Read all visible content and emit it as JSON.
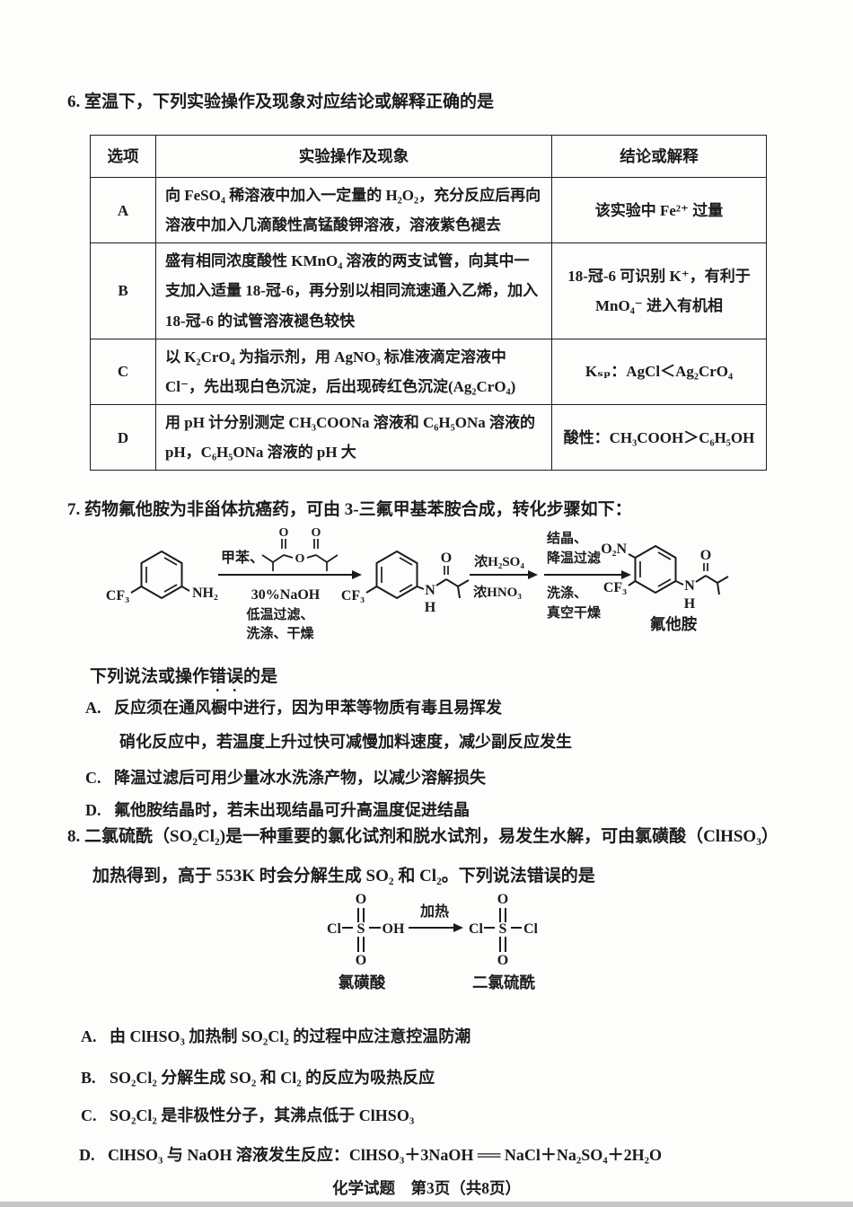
{
  "colors": {
    "paper": "#fdfdfc",
    "ink": "#1b1b1b",
    "bottom_bar": "#c6c6c6"
  },
  "footer": "化学试题　第3页（共8页）",
  "q6": {
    "number": "6.",
    "stem": "室温下，下列实验操作及现象对应结论或解释正确的是",
    "table": {
      "headers": [
        "选项",
        "实验操作及现象",
        "结论或解释"
      ],
      "rows": [
        {
          "option": "A",
          "operation": "向 FeSO₄ 稀溶液中加入一定量的 H₂O₂，充分反应后再向溶液中加入几滴酸性高锰酸钾溶液，溶液紫色褪去",
          "conclusion": "该实验中 Fe²⁺ 过量"
        },
        {
          "option": "B",
          "operation": "盛有相同浓度酸性 KMnO₄ 溶液的两支试管，向其中一支加入适量 18-冠-6，再分别以相同流速通入乙烯，加入 18-冠-6 的试管溶液褪色较快",
          "conclusion": "18-冠-6 可识别 K⁺，有利于 MnO₄⁻ 进入有机相"
        },
        {
          "option": "C",
          "operation": "以 K₂CrO₄ 为指示剂，用 AgNO₃ 标准液滴定溶液中 Cl⁻，先出现白色沉淀，后出现砖红色沉淀(Ag₂CrO₄)",
          "conclusion": "Kₛₚ：AgCl＜Ag₂CrO₄"
        },
        {
          "option": "D",
          "operation": "用 pH 计分别测定 CH₃COONa 溶液和 C₆H₅ONa 溶液的 pH，C₆H₅ONa 溶液的 pH 大",
          "conclusion": "酸性：CH₃COOH＞C₆H₅OH"
        }
      ]
    }
  },
  "q7": {
    "number": "7.",
    "stem": "药物氟他胺为非甾体抗癌药，可由 3-三氟甲基苯胺合成，转化步骤如下：",
    "scheme": {
      "reactant_cf3": "CF₃",
      "reactant_nh2": "NH₂",
      "step1_above": "甲苯、",
      "anhydride_o_left": "O",
      "anhydride_o_right": "O",
      "anhydride_o_center": "O",
      "step1_below1": "30%NaOH",
      "step1_below2": "低温过滤、",
      "step1_below3": "洗涤、干燥",
      "mid_cf3": "CF₃",
      "mid_n": "N",
      "mid_h": "H",
      "mid_o": "O",
      "step2_above": "浓H₂SO₄",
      "step2_below": "浓HNO₃",
      "step3_above1": "结晶、",
      "step3_above2": "降温过滤",
      "step3_below1": "洗涤、",
      "step3_below2": "真空干燥",
      "prod_o2n": "O₂N",
      "prod_cf3": "CF₃",
      "prod_n": "N",
      "prod_h": "H",
      "prod_o": "O",
      "product_name": "氟他胺"
    },
    "sub_pre": "下列说法或操作",
    "sub_emph": "错误",
    "sub_post": "的是",
    "options": [
      {
        "label": "A.",
        "text": "反应须在通风橱中进行，因为甲苯等物质有毒且易挥发"
      },
      {
        "label": "",
        "text": "硝化反应中，若温度上升过快可减慢加料速度，减少副反应发生"
      },
      {
        "label": "C.",
        "text": "降温过滤后可用少量冰水洗涤产物，以减少溶解损失"
      },
      {
        "label": "D.",
        "text": "氟他胺结晶时，若未出现结晶可升高温度促进结晶"
      }
    ]
  },
  "q8": {
    "number": "8.",
    "stem_line1": "二氯硫酰（SO₂Cl₂)是一种重要的氯化试剂和脱水试剂，易发生水解，可由氯磺酸（ClHSO₃）",
    "stem_line2": "加热得到，高于 553K 时会分解生成 SO₂ 和 Cl₂。下列说法错误的是",
    "scheme": {
      "left_cl": "Cl",
      "left_s": "S",
      "left_oh": "OH",
      "left_o_top": "O",
      "left_o_bottom": "O",
      "left_name": "氯磺酸",
      "arrow_label": "加热",
      "right_cl1": "Cl",
      "right_s": "S",
      "right_cl2": "Cl",
      "right_o_top": "O",
      "right_o_bottom": "O",
      "right_name": "二氯硫酰"
    },
    "options": [
      {
        "label": "A.",
        "text": "由 ClHSO₃ 加热制 SO₂Cl₂ 的过程中应注意控温防潮"
      },
      {
        "label": "B.",
        "text": "SO₂Cl₂ 分解生成 SO₂ 和 Cl₂ 的反应为吸热反应"
      },
      {
        "label": "C.",
        "text": "SO₂Cl₂ 是非极性分子，其沸点低于 ClHSO₃"
      },
      {
        "label": "D.",
        "text": "ClHSO₃ 与 NaOH 溶液发生反应：ClHSO₃＋3NaOH ══ NaCl＋Na₂SO₄＋2H₂O"
      }
    ]
  }
}
